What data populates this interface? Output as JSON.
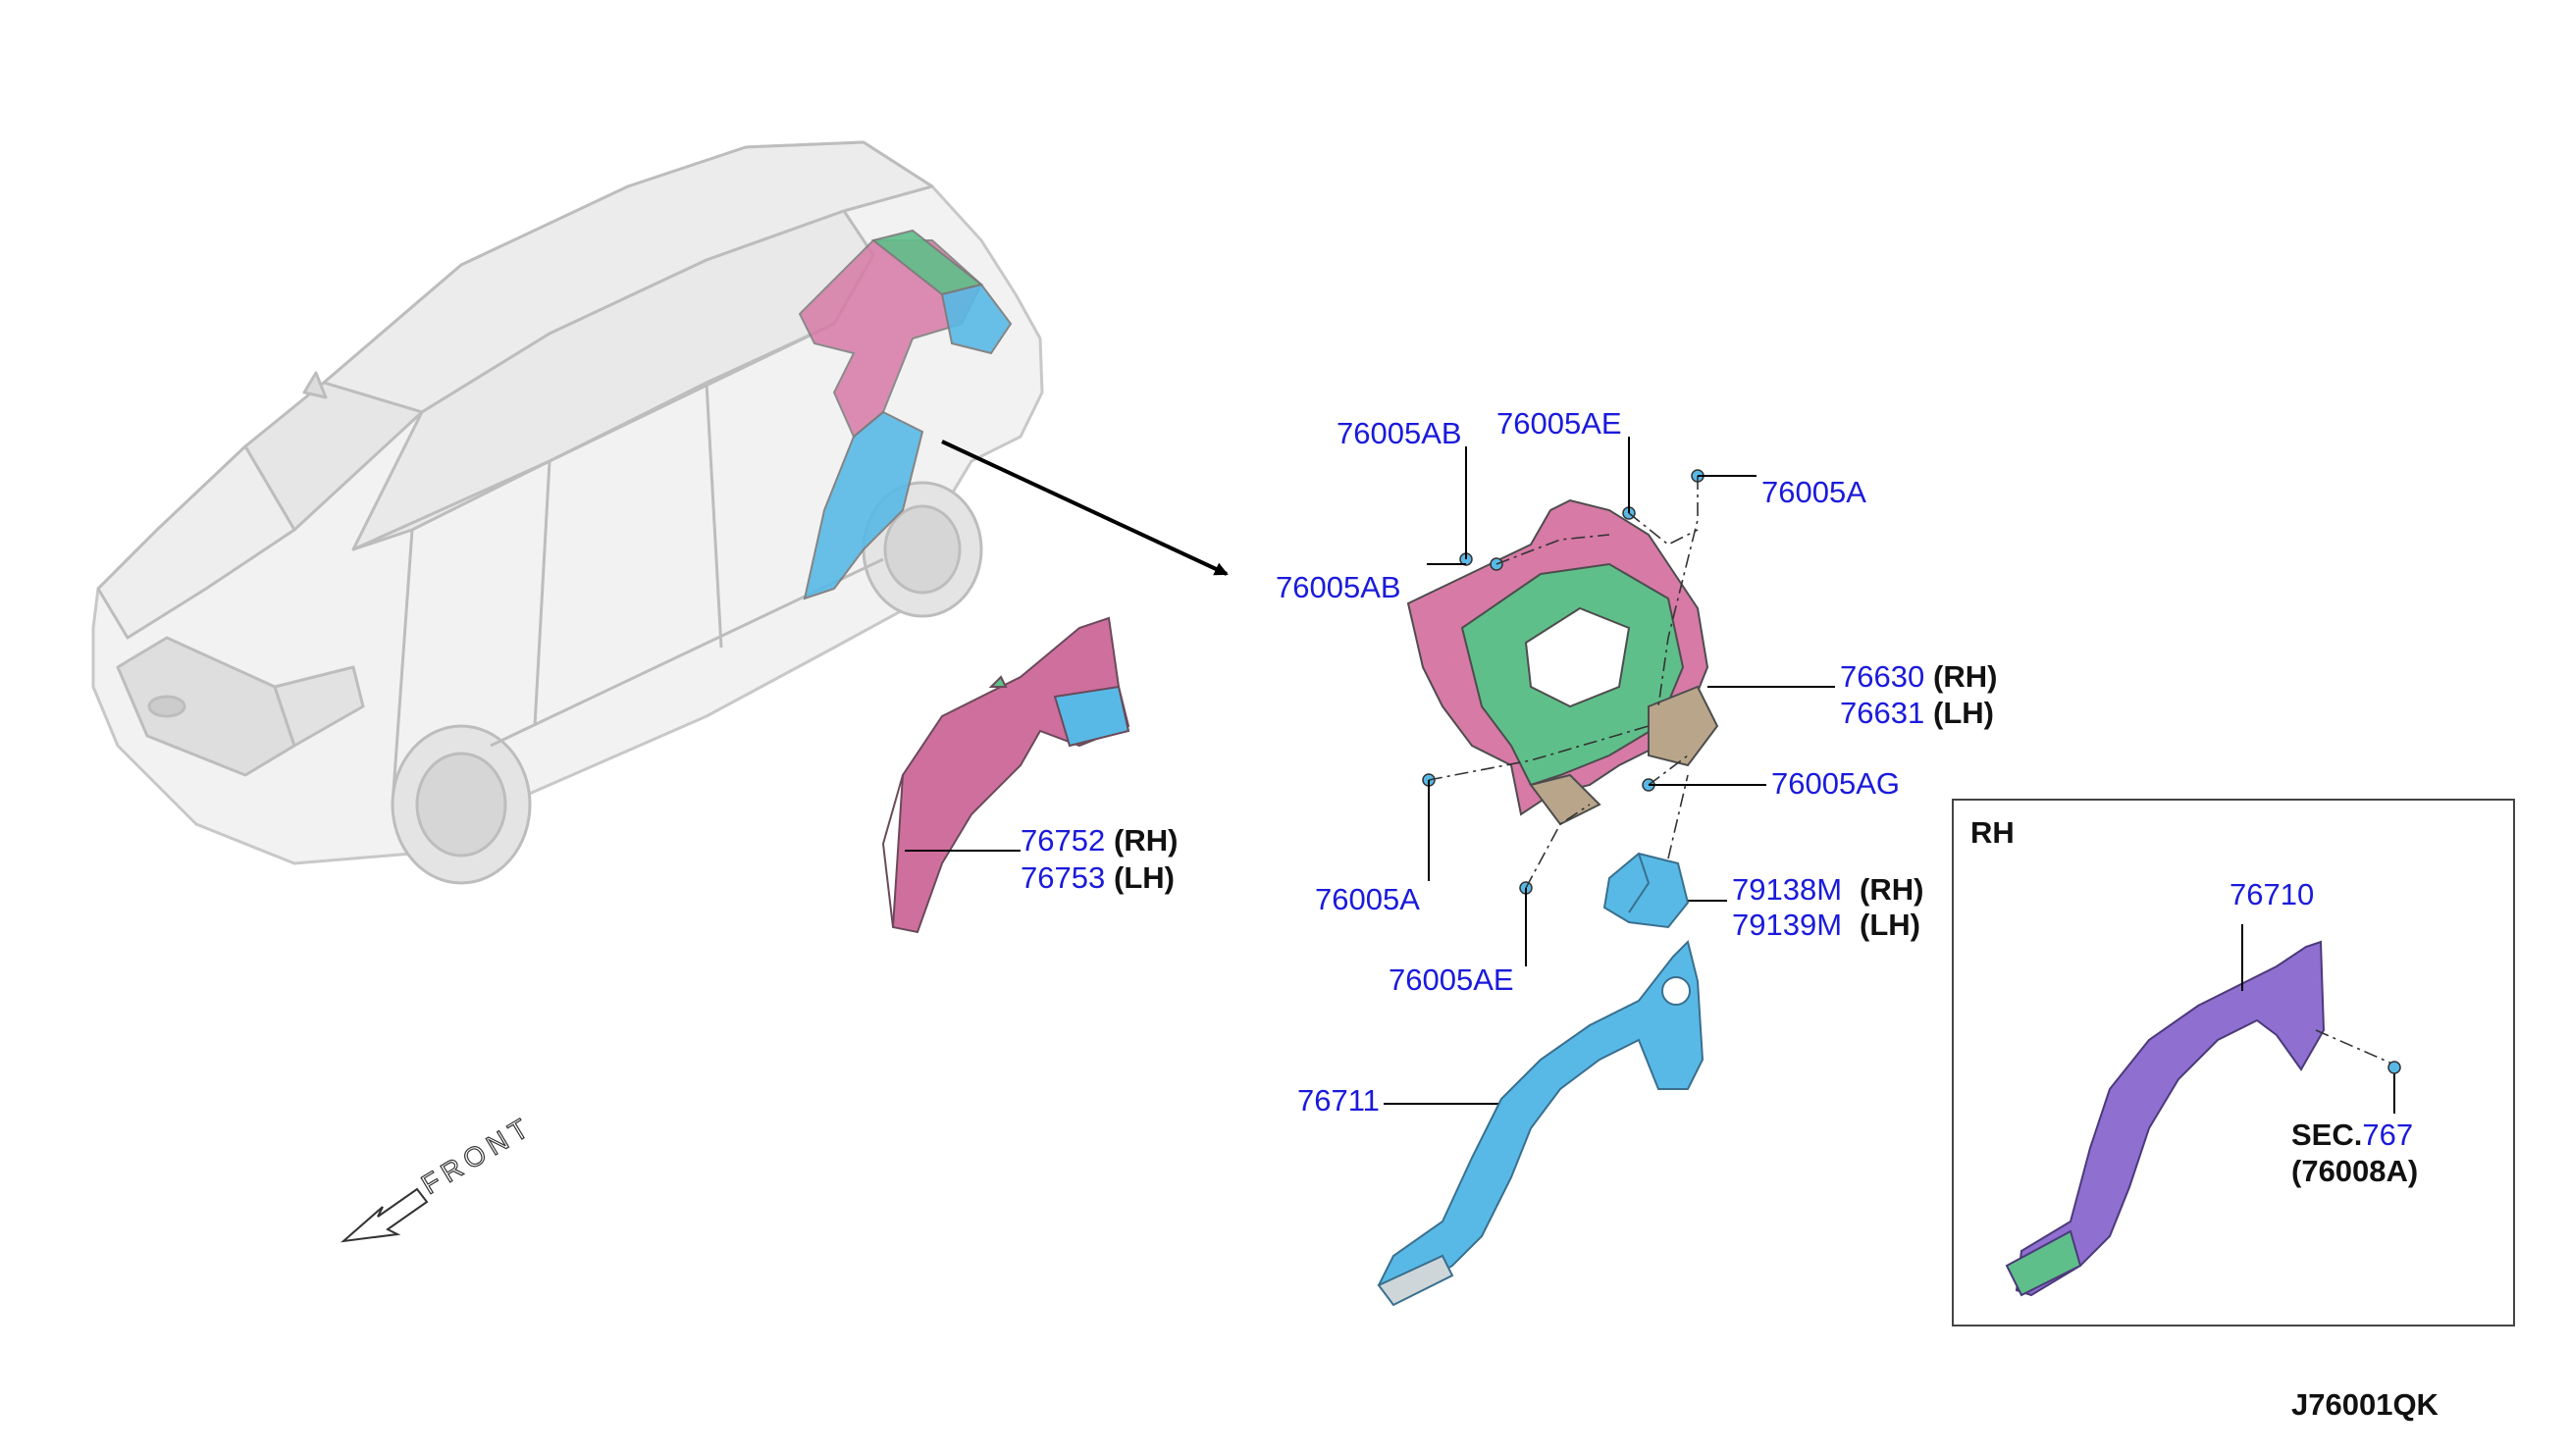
{
  "colors": {
    "part_number": "#1a1adc",
    "side_label": "#111111",
    "panel_pink": "#d77aa6",
    "panel_green": "#5fbf8a",
    "panel_blue": "#58b9e6",
    "panel_purple": "#8f6fd0",
    "car_outline": "#bdbdbd"
  },
  "icons": {
    "front_arrow": "front-direction-arrow-icon",
    "leader_arrow": "arrow-icon"
  },
  "front_text": "FRONT",
  "labels": {
    "p76005AB_top": "76005AB",
    "p76005AE_top": "76005AE",
    "p76005A_top": "76005A",
    "p76005AB_mid": "76005AB",
    "p76630": "76630",
    "p76630_side": "(RH)",
    "p76631": "76631",
    "p76631_side": "(LH)",
    "p76005AG": "76005AG",
    "p76005A_bot": "76005A",
    "p79138M": "79138M",
    "p79138M_side": "(RH)",
    "p79139M": "79139M",
    "p79139M_side": "(LH)",
    "p76005AE_bot": "76005AE",
    "p76711": "76711",
    "p76752": "76752",
    "p76752_side": "(RH)",
    "p76753": "76753",
    "p76753_side": "(LH)"
  },
  "inset": {
    "title": "RH",
    "part": "76710",
    "sec_prefix": "SEC.",
    "sec_number": "767",
    "sec_ref": "(76008A)"
  },
  "diagram_code": "J76001QK"
}
